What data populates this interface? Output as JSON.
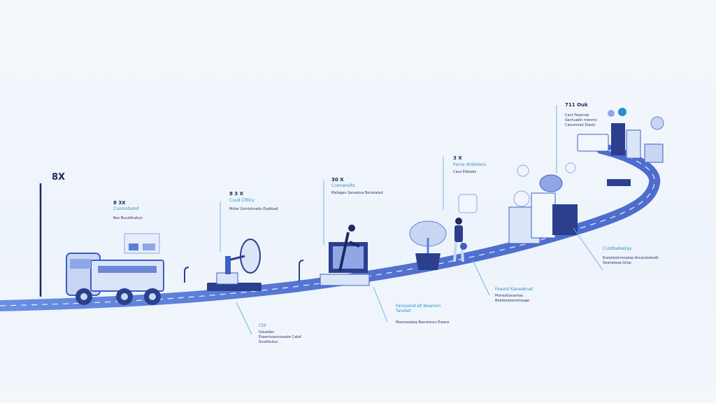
{
  "milestones": [
    {
      "value": "8X",
      "title": "",
      "note": ""
    },
    {
      "value": "8 3X",
      "title": "Cuomstamd",
      "note": "Bas Buuddnahys"
    },
    {
      "value": "8 3 X",
      "title": "Cuud Cltlicy",
      "note": "Mdiar Grorlulmadu Esatkaaf"
    },
    {
      "value": "30 X",
      "title": "Coenanolts",
      "note": "Mafagen Sansetoa Benstated"
    },
    {
      "value": "3 X",
      "title": "Ferne drsbotors",
      "note": "Caus Edolaks"
    },
    {
      "value": "711 Ouk",
      "title": "",
      "note": "Cant Fesarrak Sanhuatin rnenms Casumnad Stasin"
    },
    {
      "value": "",
      "title": "Ctd",
      "note": "Gauedes Esaernoaonssaate Cataf Susefaulus"
    },
    {
      "value": "",
      "title": "Fansoand ell Beanom Tanstet",
      "note": "Mauneoatea Banstanns Ewans"
    },
    {
      "value": "",
      "title": "Feaord Kaneaknat",
      "note": "Mvhesttanantes Bebdouteesmtaage"
    },
    {
      "value": "",
      "title": "Cuistbetestay",
      "note": "Esstatestmmatop Ancaratehodt Seanataaa Gilsp"
    }
  ],
  "colors": {
    "road": "#5b7ed8",
    "accent": "#2c8fc9",
    "ink": "#1d2a5c",
    "vehicle": "#3d5fc4",
    "pale": "#c8d6f4"
  },
  "icons": [
    "truck-icon",
    "scanner-icon",
    "machine-icon",
    "bonsai-tree-icon",
    "person-icon",
    "building-icon",
    "factory-icon",
    "city-skyline-icon"
  ]
}
